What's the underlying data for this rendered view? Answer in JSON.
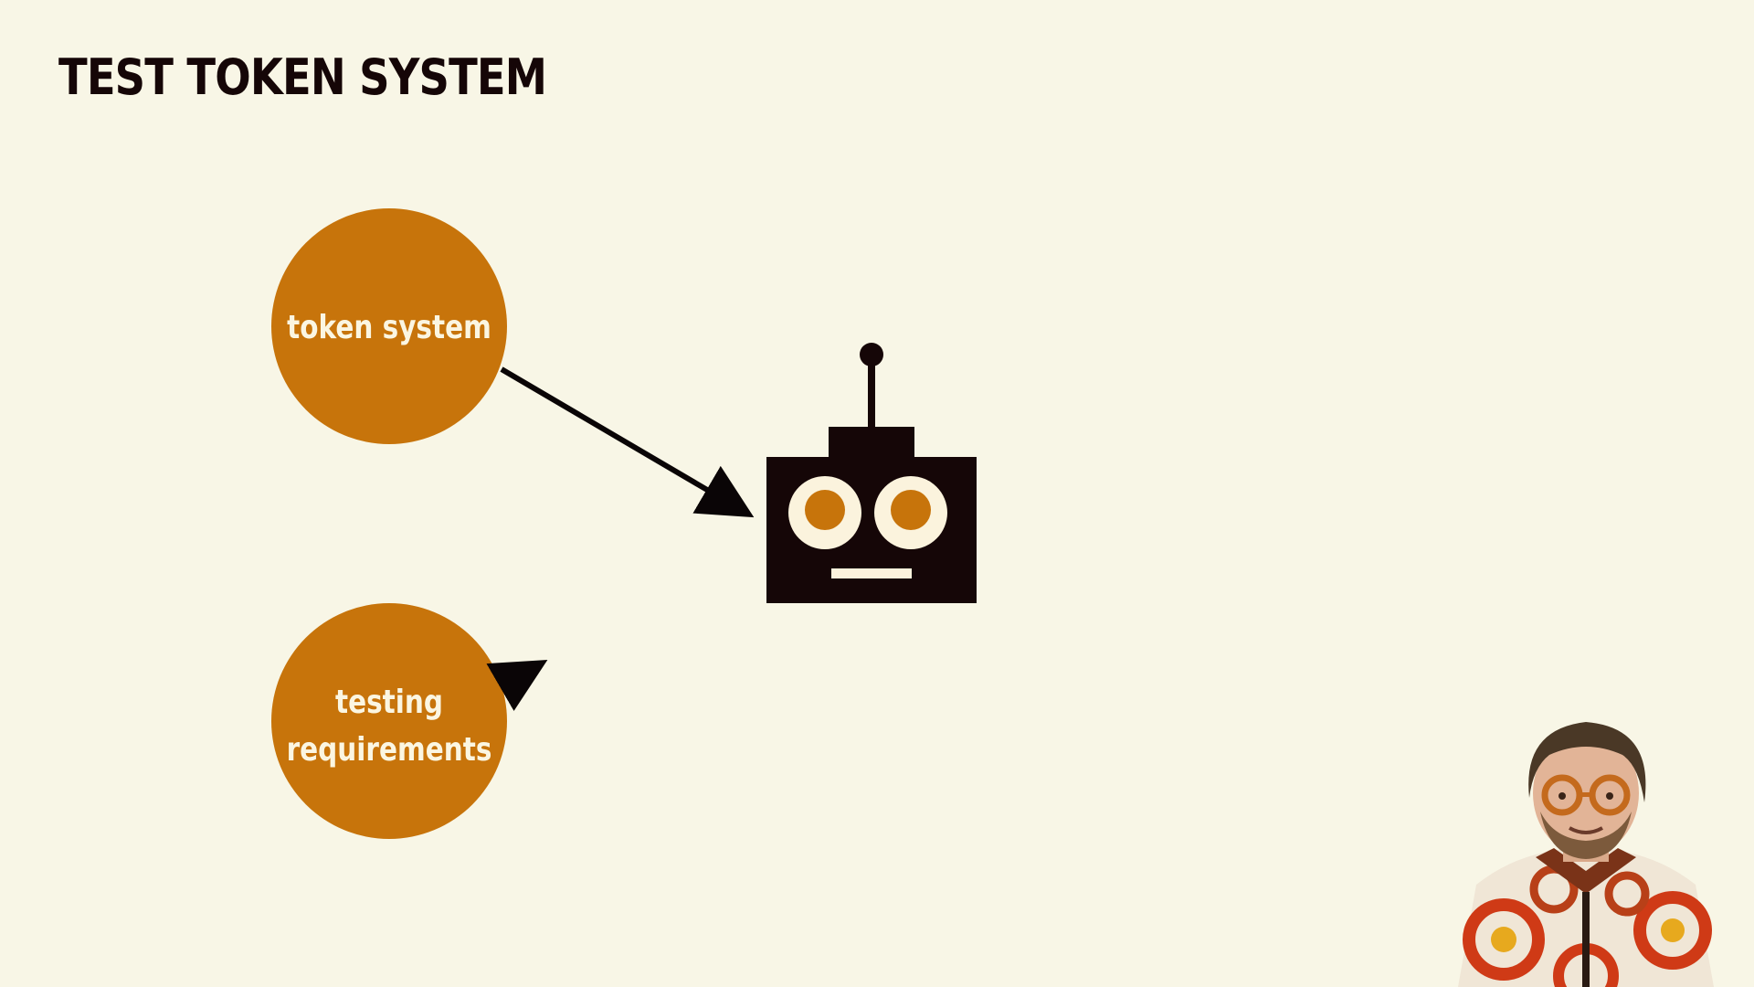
{
  "slide": {
    "title": "TEST TOKEN SYSTEM"
  },
  "nodes": {
    "token_system": {
      "label": "token system"
    },
    "testing_requirements": {
      "label_line1": "testing",
      "label_line2": "requirements"
    }
  },
  "colors": {
    "background": "#f8f6e6",
    "node_fill": "#c7740b",
    "robot_body": "#150607",
    "robot_eye_white": "#fbf3dd",
    "robot_pupil": "#c7740b",
    "text_dark": "#150607",
    "text_light": "#fbf6e2"
  },
  "icons": {
    "robot": "robot-icon",
    "arrow": "arrow-right-icon"
  }
}
